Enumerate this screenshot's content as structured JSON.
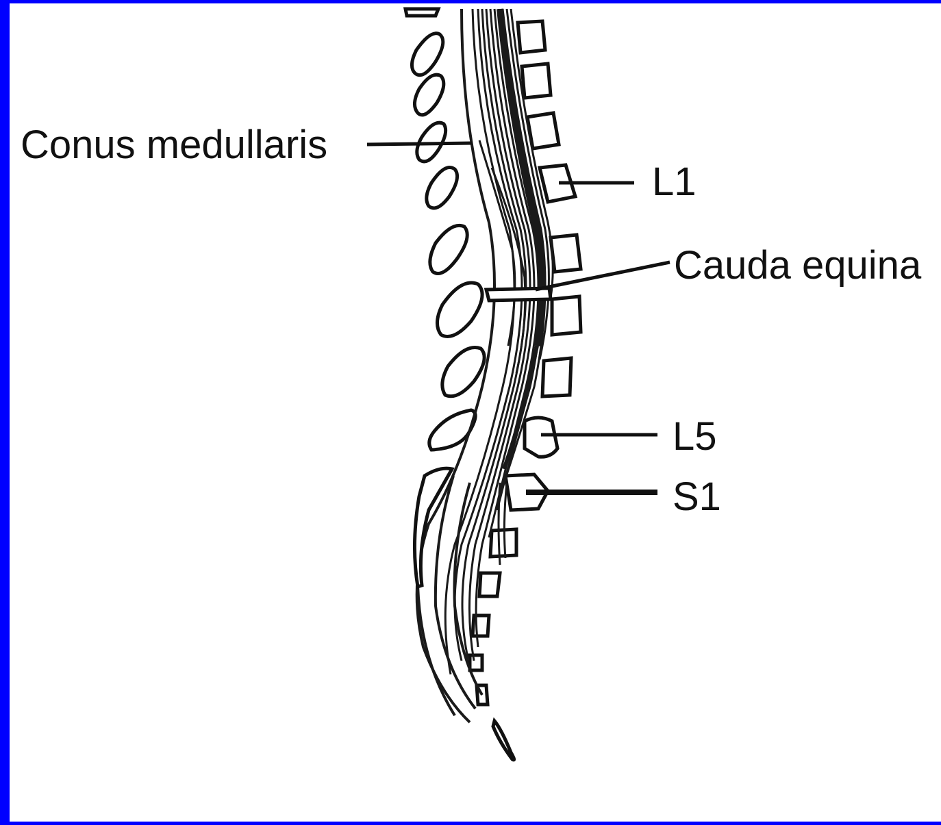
{
  "diagram": {
    "labels": {
      "conus": "Conus medullaris",
      "l1": "L1",
      "cauda": "Cauda equina",
      "l5": "L5",
      "s1": "S1"
    }
  }
}
